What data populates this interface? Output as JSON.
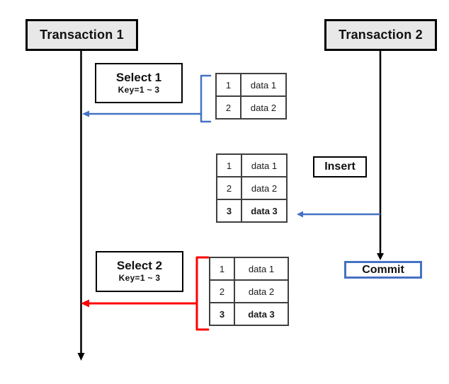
{
  "transactions": {
    "t1": {
      "label": "Transaction 1"
    },
    "t2": {
      "label": "Transaction 2"
    }
  },
  "operations": {
    "select1": {
      "title": "Select 1",
      "key_range": "Key=1 ~ 3"
    },
    "select2": {
      "title": "Select 2",
      "key_range": "Key=1 ~ 3"
    },
    "insert": {
      "label": "Insert"
    },
    "commit": {
      "label": "Commit"
    }
  },
  "tables": {
    "after_select1": {
      "rows": [
        [
          "1",
          "data 1"
        ],
        [
          "2",
          "data 2"
        ]
      ]
    },
    "after_insert": {
      "rows": [
        [
          "1",
          "data 1"
        ],
        [
          "2",
          "data 2"
        ],
        [
          "3",
          "data 3"
        ]
      ],
      "inserted_row_index": 2
    },
    "after_select2": {
      "rows": [
        [
          "1",
          "data 1"
        ],
        [
          "2",
          "data 2"
        ],
        [
          "3",
          "data 3"
        ]
      ],
      "phantom_row_index": 2
    }
  },
  "colors": {
    "accent_blue": "#4472c4",
    "accent_red": "#fe0000",
    "box_fill": "#e8e8e8",
    "line": "#000000",
    "table_border": "#3f3f3f"
  }
}
